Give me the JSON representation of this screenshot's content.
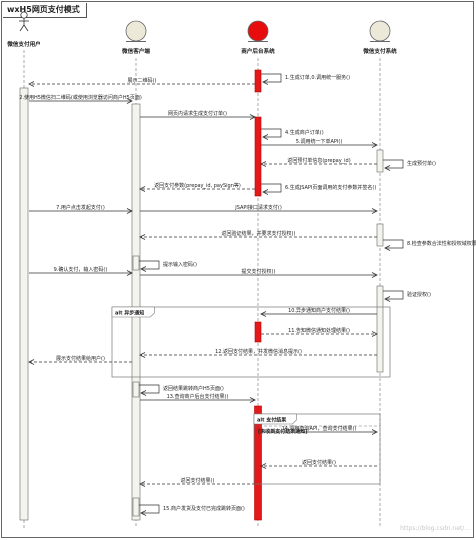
{
  "diagram": {
    "title": "wxH5网页支付模式",
    "participants": [
      {
        "label": "微信支付用户",
        "kind": "actor"
      },
      {
        "label": "微信客户端",
        "kind": "entity"
      },
      {
        "label": "商户后台系统",
        "kind": "control"
      },
      {
        "label": "微信支付系统",
        "kind": "entity"
      }
    ],
    "messages": [
      {
        "text": "1.生成订单,0.调用统一服务()",
        "from": 2,
        "to": 2,
        "style": "solid"
      },
      {
        "text": "展示二维码()",
        "from": 2,
        "to": 0,
        "style": "dashed"
      },
      {
        "text": "2.使用H5微信扫二维码(或使用浏览器访问商户H5页面)",
        "from": 0,
        "to": 1,
        "style": "solid"
      },
      {
        "text": "网页内请求生成支付订单()",
        "from": 1,
        "to": 2,
        "style": "solid"
      },
      {
        "text": "4.生成商户订单()",
        "from": 2,
        "to": 2,
        "style": "solid"
      },
      {
        "text": "5.调用统一下单API()",
        "from": 2,
        "to": 3,
        "style": "solid"
      },
      {
        "text": "生成预付单()",
        "from": 3,
        "to": 3,
        "style": "solid"
      },
      {
        "text": "返回预付单信息(prepay_id)",
        "from": 3,
        "to": 2,
        "style": "dashed"
      },
      {
        "text": "6.生成JSAPI页面调用的支付参数并签名()",
        "from": 2,
        "to": 2,
        "style": "solid"
      },
      {
        "text": "返回支付参数(prepay_id, paySign等)",
        "from": 2,
        "to": 1,
        "style": "dashed"
      },
      {
        "text": "7.用户点击发起支付()",
        "from": 0,
        "to": 1,
        "style": "solid"
      },
      {
        "text": "JSAPI接口请求支付()",
        "from": 1,
        "to": 3,
        "style": "solid"
      },
      {
        "text": "8.检查参数合法性和授权域权限()",
        "from": 3,
        "to": 3,
        "style": "solid"
      },
      {
        "text": "返回验证结果，并要求支付授权()",
        "from": 3,
        "to": 1,
        "style": "dashed"
      },
      {
        "text": "提示输入密码()",
        "from": 1,
        "to": 1,
        "style": "solid"
      },
      {
        "text": "9.确认支付，输入密码()",
        "from": 0,
        "to": 1,
        "style": "solid"
      },
      {
        "text": "提交支付授权()",
        "from": 1,
        "to": 3,
        "style": "solid"
      },
      {
        "text": "验证授权()",
        "from": 3,
        "to": 3,
        "style": "solid"
      },
      {
        "text": "10.异步通知商户支付结果()",
        "from": 3,
        "to": 2,
        "style": "solid"
      },
      {
        "text": "11.告知微信通知处理结果()",
        "from": 2,
        "to": 3,
        "style": "dashed"
      },
      {
        "text": "12.返回支付结果，并发微信消息提示()",
        "from": 3,
        "to": 1,
        "style": "dashed"
      },
      {
        "text": "展示支付结果给用户()",
        "from": 1,
        "to": 0,
        "style": "dashed"
      },
      {
        "text": "返回结果跳转商户H5页面()",
        "from": 1,
        "to": 1,
        "style": "solid"
      },
      {
        "text": "13.查询商户后台支付结果()",
        "from": 1,
        "to": 2,
        "style": "solid"
      },
      {
        "text": "14.调用查询API，查询支付结果()",
        "from": 2,
        "to": 3,
        "style": "solid"
      },
      {
        "text": "返回支付结果()",
        "from": 3,
        "to": 2,
        "style": "dashed"
      },
      {
        "text": "返回支付结果()",
        "from": 2,
        "to": 1,
        "style": "dashed"
      },
      {
        "text": "15.商户发货及支付已完成跳转页面()",
        "from": 1,
        "to": 1,
        "style": "solid"
      }
    ],
    "fragments": [
      {
        "keyword": "alt",
        "label": "异步通知"
      },
      {
        "keyword": "alt",
        "label": "支付结果"
      },
      {
        "keyword": "",
        "label": "[未收到支付结果通知]"
      }
    ],
    "watermark": "https://blog.csdn.net/..."
  },
  "colors": {
    "line": "#333333",
    "activation_red": "#e31a1a",
    "activation_fill": "#f4f4ee",
    "head_entity": "#ece9d8",
    "head_control": "#e80d0d",
    "fragment": "#777777"
  }
}
